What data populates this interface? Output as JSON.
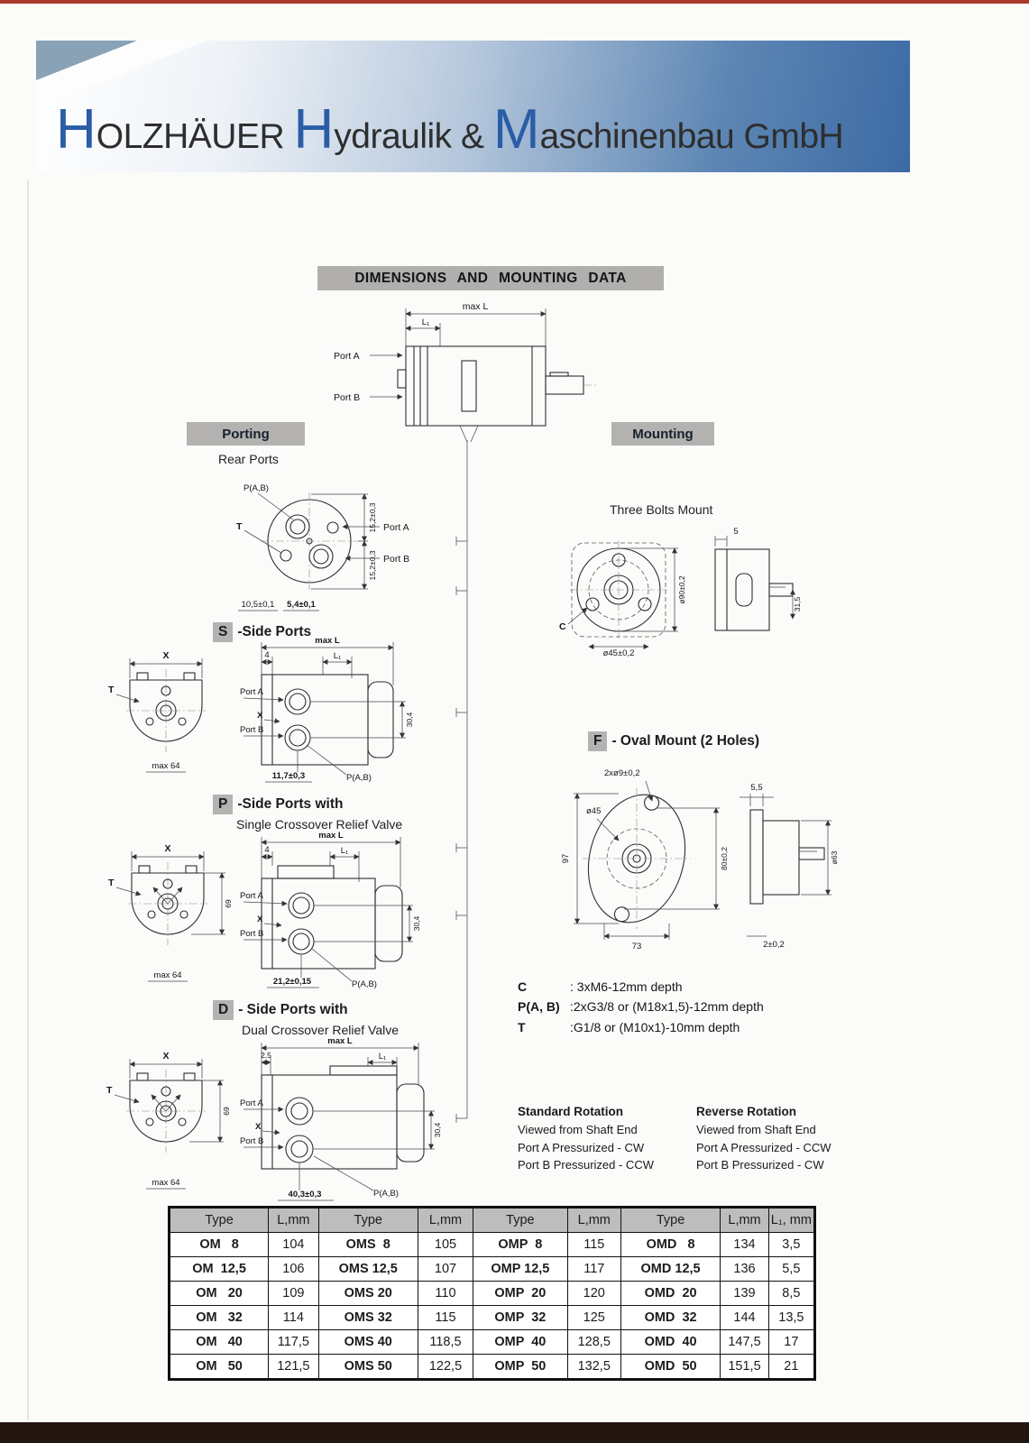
{
  "colors": {
    "top_line_red": "#a93a2c",
    "banner_blue": "#3c6aa4",
    "cap_letter_blue": "#2a5da6",
    "section_label_gray": "#b3b2b1",
    "table_header_gray": "#bdbdbd",
    "footer_brown": "#22150f"
  },
  "header": {
    "cap1": "H",
    "rest1": "OLZHÄUER ",
    "cap2": "H",
    "rest2": "ydraulik & ",
    "cap3": "M",
    "rest3": "aschinenbau GmbH"
  },
  "title": "DIMENSIONS AND MOUNTING DATA",
  "top_drawing": {
    "max_l": "max L",
    "l1": "L₁",
    "port_a": "Port A",
    "port_b": "Port B"
  },
  "porting": {
    "label": "Porting",
    "rear_title": "Rear Ports",
    "rear": {
      "p_ab": "P(A,B)",
      "t": "T",
      "port_a": "Port A",
      "port_b": "Port B",
      "dim_right_top": "15,2±0,3",
      "dim_right_bottom": "15,2±0,3",
      "dim_bottom_left": "10,5±0,1",
      "dim_bottom_right": "5,4±0,1"
    },
    "s_letter": "S",
    "s_title": "-Side Ports",
    "s_front": {
      "x": "X",
      "t": "T",
      "max64": "max 64"
    },
    "s_side": {
      "max_l": "max L",
      "l1": "L₁",
      "four": "4",
      "port_a": "Port A",
      "x": "X",
      "port_b": "Port B",
      "dim_bottom": "11,7±0,3",
      "p_ab": "P(A,B)",
      "dim_right": "30,4"
    },
    "p_letter": "P",
    "p_title": "-Side Ports with",
    "p_subtitle": "Single Crossover Relief Valve",
    "p_front": {
      "x": "X",
      "t": "T",
      "max64": "max 64",
      "dim69": "69"
    },
    "p_side": {
      "max_l": "max L",
      "l1": "L₁",
      "four": "4",
      "port_a": "Port A",
      "x": "X",
      "port_b": "Port B",
      "dim_bottom": "21,2±0,15",
      "p_ab": "P(A,B)",
      "dim_right": "30,4"
    },
    "d_letter": "D",
    "d_title": "- Side Ports with",
    "d_subtitle": "Dual Crossover Relief Valve",
    "d_front": {
      "x": "X",
      "t": "T",
      "max64": "max 64",
      "dim69": "69"
    },
    "d_side": {
      "max_l": "max L",
      "l1": "L₁",
      "dim25": "2,5",
      "port_a": "Port A",
      "x": "X",
      "port_b": "Port B",
      "dim_bottom": "40,3±0,3",
      "p_ab": "P(A,B)",
      "dim_right": "30,4"
    }
  },
  "mounting": {
    "label": "Mounting",
    "three_title": "Three Bolts Mount",
    "three": {
      "c": "C",
      "d90": "ø90±0,2",
      "d45": "ø45±0,2",
      "five": "5",
      "dim315": "31,5"
    },
    "f_letter": "F",
    "f_title": "- Oval Mount (2 Holes)",
    "oval": {
      "holes": "2xø9±0,2",
      "d45": "ø45",
      "h97": "97",
      "h80": "80±0,2",
      "w73": "73",
      "t55": "5,5",
      "d63": "ø63",
      "off2": "2±0,2"
    }
  },
  "notes": [
    {
      "sym": "C",
      "text": ": 3xM6-12mm depth"
    },
    {
      "sym": "P(A, B)",
      "text": ":2xG3/8 or (M18x1,5)-12mm depth"
    },
    {
      "sym": "T",
      "text": ":G1/8 or (M10x1)-10mm depth"
    }
  ],
  "rotation": {
    "std_title": "Standard Rotation",
    "std_l1": "Viewed from Shaft End",
    "std_l2": "Port A Pressurized - CW",
    "std_l3": "Port B Pressurized - CCW",
    "rev_title": "Reverse Rotation",
    "rev_l1": "Viewed from Shaft End",
    "rev_l2": "Port A Pressurized - CCW",
    "rev_l3": "Port B Pressurized - CW"
  },
  "table": {
    "headers": [
      "Type",
      "L,mm",
      "Type",
      "L,mm",
      "Type",
      "L,mm",
      "Type",
      "L,mm",
      "L₁, mm"
    ],
    "rows": [
      [
        "OM   8",
        "104",
        "OMS  8",
        "105",
        "OMP  8",
        "115",
        "OMD   8",
        "134",
        "3,5"
      ],
      [
        "OM  12,5",
        "106",
        "OMS 12,5",
        "107",
        "OMP 12,5",
        "117",
        "OMD 12,5",
        "136",
        "5,5"
      ],
      [
        "OM   20",
        "109",
        "OMS 20",
        "110",
        "OMP  20",
        "120",
        "OMD  20",
        "139",
        "8,5"
      ],
      [
        "OM   32",
        "114",
        "OMS 32",
        "115",
        "OMP  32",
        "125",
        "OMD  32",
        "144",
        "13,5"
      ],
      [
        "OM   40",
        "117,5",
        "OMS 40",
        "118,5",
        "OMP  40",
        "128,5",
        "OMD  40",
        "147,5",
        "17"
      ],
      [
        "OM   50",
        "121,5",
        "OMS 50",
        "122,5",
        "OMP  50",
        "132,5",
        "OMD  50",
        "151,5",
        "21"
      ]
    ]
  }
}
